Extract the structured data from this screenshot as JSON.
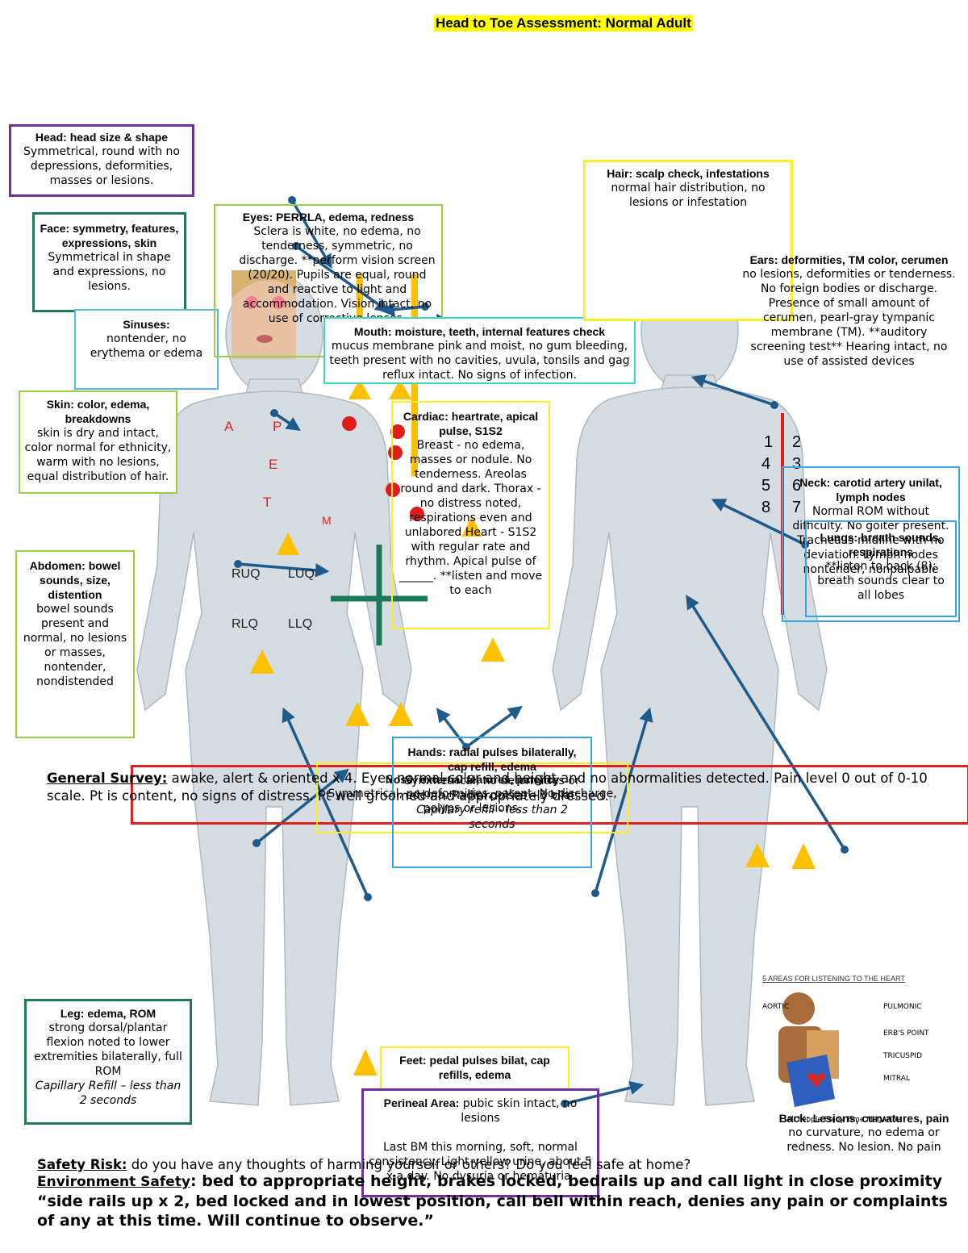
{
  "title": "Head to Toe Assessment: Normal Adult",
  "boxes": {
    "head": {
      "heading": "Head: head size & shape",
      "body": "Symmetrical, round with no depressions, deformities, masses or lesions."
    },
    "face": {
      "heading": "Face: symmetry, features, expressions, skin",
      "body": "Symmetrical in shape and expressions, no lesions."
    },
    "eyes": {
      "heading": "Eyes: PERRLA, edema, redness",
      "body": "Sclera is white, no edema, no tenderness, symmetric, no discharge. **perform vision screen (20/20). Pupils are equal, round and reactive to light and accommodation. Vision intact, no use of corrective lenses."
    },
    "sinuses": {
      "heading": "Sinuses:",
      "body": "nontender, no erythema or edema"
    },
    "mouth": {
      "heading": "Mouth: moisture, teeth, internal features check",
      "body": "mucus membrane pink and moist, no gum bleeding, teeth present with no cavities, uvula, tonsils and gag reflux intact. No signs of infection."
    },
    "hair": {
      "heading": "Hair: scalp check, infestations",
      "body": "normal hair distribution, no lesions or infestation"
    },
    "ears": {
      "heading": "Ears: deformities, TM color, cerumen",
      "body": "no lesions, deformities or tenderness. No foreign bodies or discharge. Presence of small amount of cerumen, pearl-gray tympanic membrane (TM). **auditory screening test** Hearing intact, no use of assisted devices"
    },
    "skin": {
      "heading": "Skin: color, edema, breakdowns",
      "body": "skin is dry and intact, color normal for ethnicity, warm with no lesions, equal distribution of hair."
    },
    "cardiac": {
      "heading": "Cardiac: heartrate, apical pulse, S1S2",
      "body": "Breast - no edema, masses or nodule. No tenderness. Areolas round and dark. Thorax - no distress noted, respirations even and unlabored Heart - S1S2 with regular rate and rhythm. Apical pulse of ______. **listen and move to each"
    },
    "neck": {
      "heading": "Neck: carotid artery unilat, lymph nodes",
      "body": "Normal ROM without difficulty. No goiter present. Trachea is midline with no deviation. Lymph nodes nontender, nonpalpable"
    },
    "lungs": {
      "heading": "Lungs: breath sounds, respirations",
      "body": "**listen to back (8); breath sounds clear to all lobes"
    },
    "abdomen": {
      "heading": "Abdomen: bowel sounds, size, distention",
      "body": "bowel sounds present and normal, no lesions or masses, nontender, nondistended"
    },
    "hands": {
      "heading": "Hands: radial pulses bilaterally, cap refill, edema",
      "body": "Symmetrical, no deformities or edema. Radial pulses +3 bilat.",
      "italic": "Capillary refill - less than 2 seconds"
    },
    "nose": {
      "heading": "Nose: external features, patency",
      "body": "Symmetrical, no deformities, patent. No discharge, polyps or lesions."
    },
    "leg": {
      "heading": "Leg: edema, ROM",
      "body": "strong dorsal/plantar flexion noted to lower extremities bilaterally, full ROM",
      "italic": "Capillary Refill – less than 2 seconds"
    },
    "feet": {
      "heading": "Feet: pedal pulses bilat, cap refills, edema"
    },
    "perineal": {
      "heading": "Perineal Area:",
      "heading_rest": " pubic skin intact, no lesions",
      "body": "Last BM this morning, soft, normal consistency. Light yellow urine, about 5 x a day. No dysuria or hematuria."
    },
    "back": {
      "heading": "Back: Lesions, curvatures, pain",
      "body": "no curvature, no edema or redness. No lesion. No pain"
    }
  },
  "general_survey": {
    "label": "General Survey:",
    "text1": " awake, alert & oriented x 4. Eyes normal color and height and no abnormalities detected. Pain level 0 out of 0-10",
    "text2": "scale. Pt is content, no signs of distress. Pt well groomed and appropriately dressed."
  },
  "safety": {
    "label": "Safety Risk:",
    "text": " do you have any thoughts of harming yourself or others? Do you feel safe at home?"
  },
  "environment": {
    "label": "Environment Safety",
    "text": ": bed to appropriate height, brakes locked, bedrails up and call light in close proximity “side rails up x 2, bed locked and in lowest position, call bell within reach, denies any pain or complaints of any at this time. Will continue to observe.”"
  },
  "auscultation_letters": [
    "A",
    "P",
    "E",
    "T",
    "M"
  ],
  "abdomen_quadrants": [
    "RUQ",
    "LUQ",
    "RLQ",
    "LLQ"
  ],
  "lung_numbers": [
    "1",
    "2",
    "4",
    "3",
    "5",
    "6",
    "8",
    "7"
  ],
  "inset": {
    "title": "5 AREAS FOR LISTENING TO THE HEART",
    "labels": [
      "AORTIC",
      "PULMONIC",
      "ERB'S POINT",
      "TRICUSPID",
      "MITRAL"
    ],
    "caption": "All People Enjoy Time Magazine"
  },
  "colors": {
    "head_border": "#7030a0",
    "face_border": "#1f7a5c",
    "eyes_border": "#9acd4b",
    "sinus_border": "#5bb8e6",
    "mouth_border": "#3bd6c6",
    "hair_border": "#ffee22",
    "cardiac_border": "#ffee22",
    "neck_border": "#3aa6e0",
    "general_border": "#e02020",
    "arrow": "#1e5a8a",
    "triangle": "#ffc000",
    "dot": "#e21b1b",
    "cross": "#1b7a5a",
    "body_fill": "#d5dde3"
  }
}
